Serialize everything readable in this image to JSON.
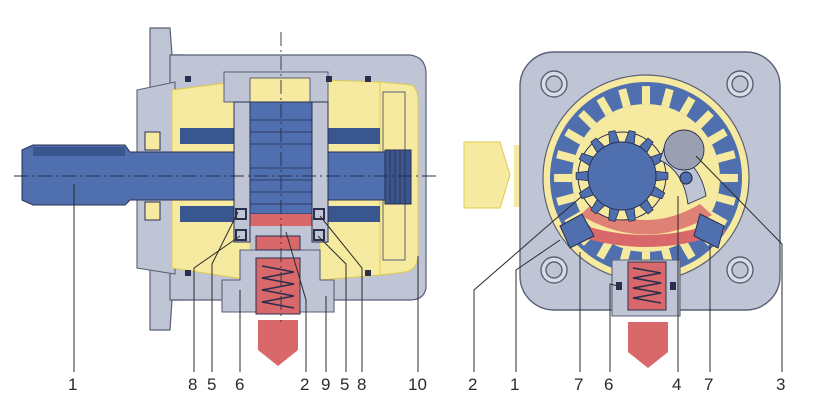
{
  "colors": {
    "housing_gray": "#bfc5d4",
    "housing_line": "#5b6078",
    "shaft_blue": "#4f6fae",
    "shaft_dark": "#3a568f",
    "suction_yellow": "#f6eaa0",
    "yellow_edge": "#e0c94f",
    "pressure_red": "#d9686a",
    "spring_red": "#c75658",
    "label_color": "#2b2b2b"
  },
  "left_view_labels": [
    {
      "id": "left-label-1",
      "text": "1"
    },
    {
      "id": "left-label-8a",
      "text": "8"
    },
    {
      "id": "left-label-5a",
      "text": "5"
    },
    {
      "id": "left-label-6",
      "text": "6"
    },
    {
      "id": "left-label-2",
      "text": "2"
    },
    {
      "id": "left-label-9",
      "text": "9"
    },
    {
      "id": "left-label-5b",
      "text": "5"
    },
    {
      "id": "left-label-8b",
      "text": "8"
    },
    {
      "id": "left-label-10",
      "text": "10"
    }
  ],
  "right_view_labels": [
    {
      "id": "right-label-2",
      "text": "2"
    },
    {
      "id": "right-label-1",
      "text": "1"
    },
    {
      "id": "right-label-7a",
      "text": "7"
    },
    {
      "id": "right-label-6",
      "text": "6"
    },
    {
      "id": "right-label-4",
      "text": "4"
    },
    {
      "id": "right-label-7b",
      "text": "7"
    },
    {
      "id": "right-label-3",
      "text": "3"
    }
  ]
}
